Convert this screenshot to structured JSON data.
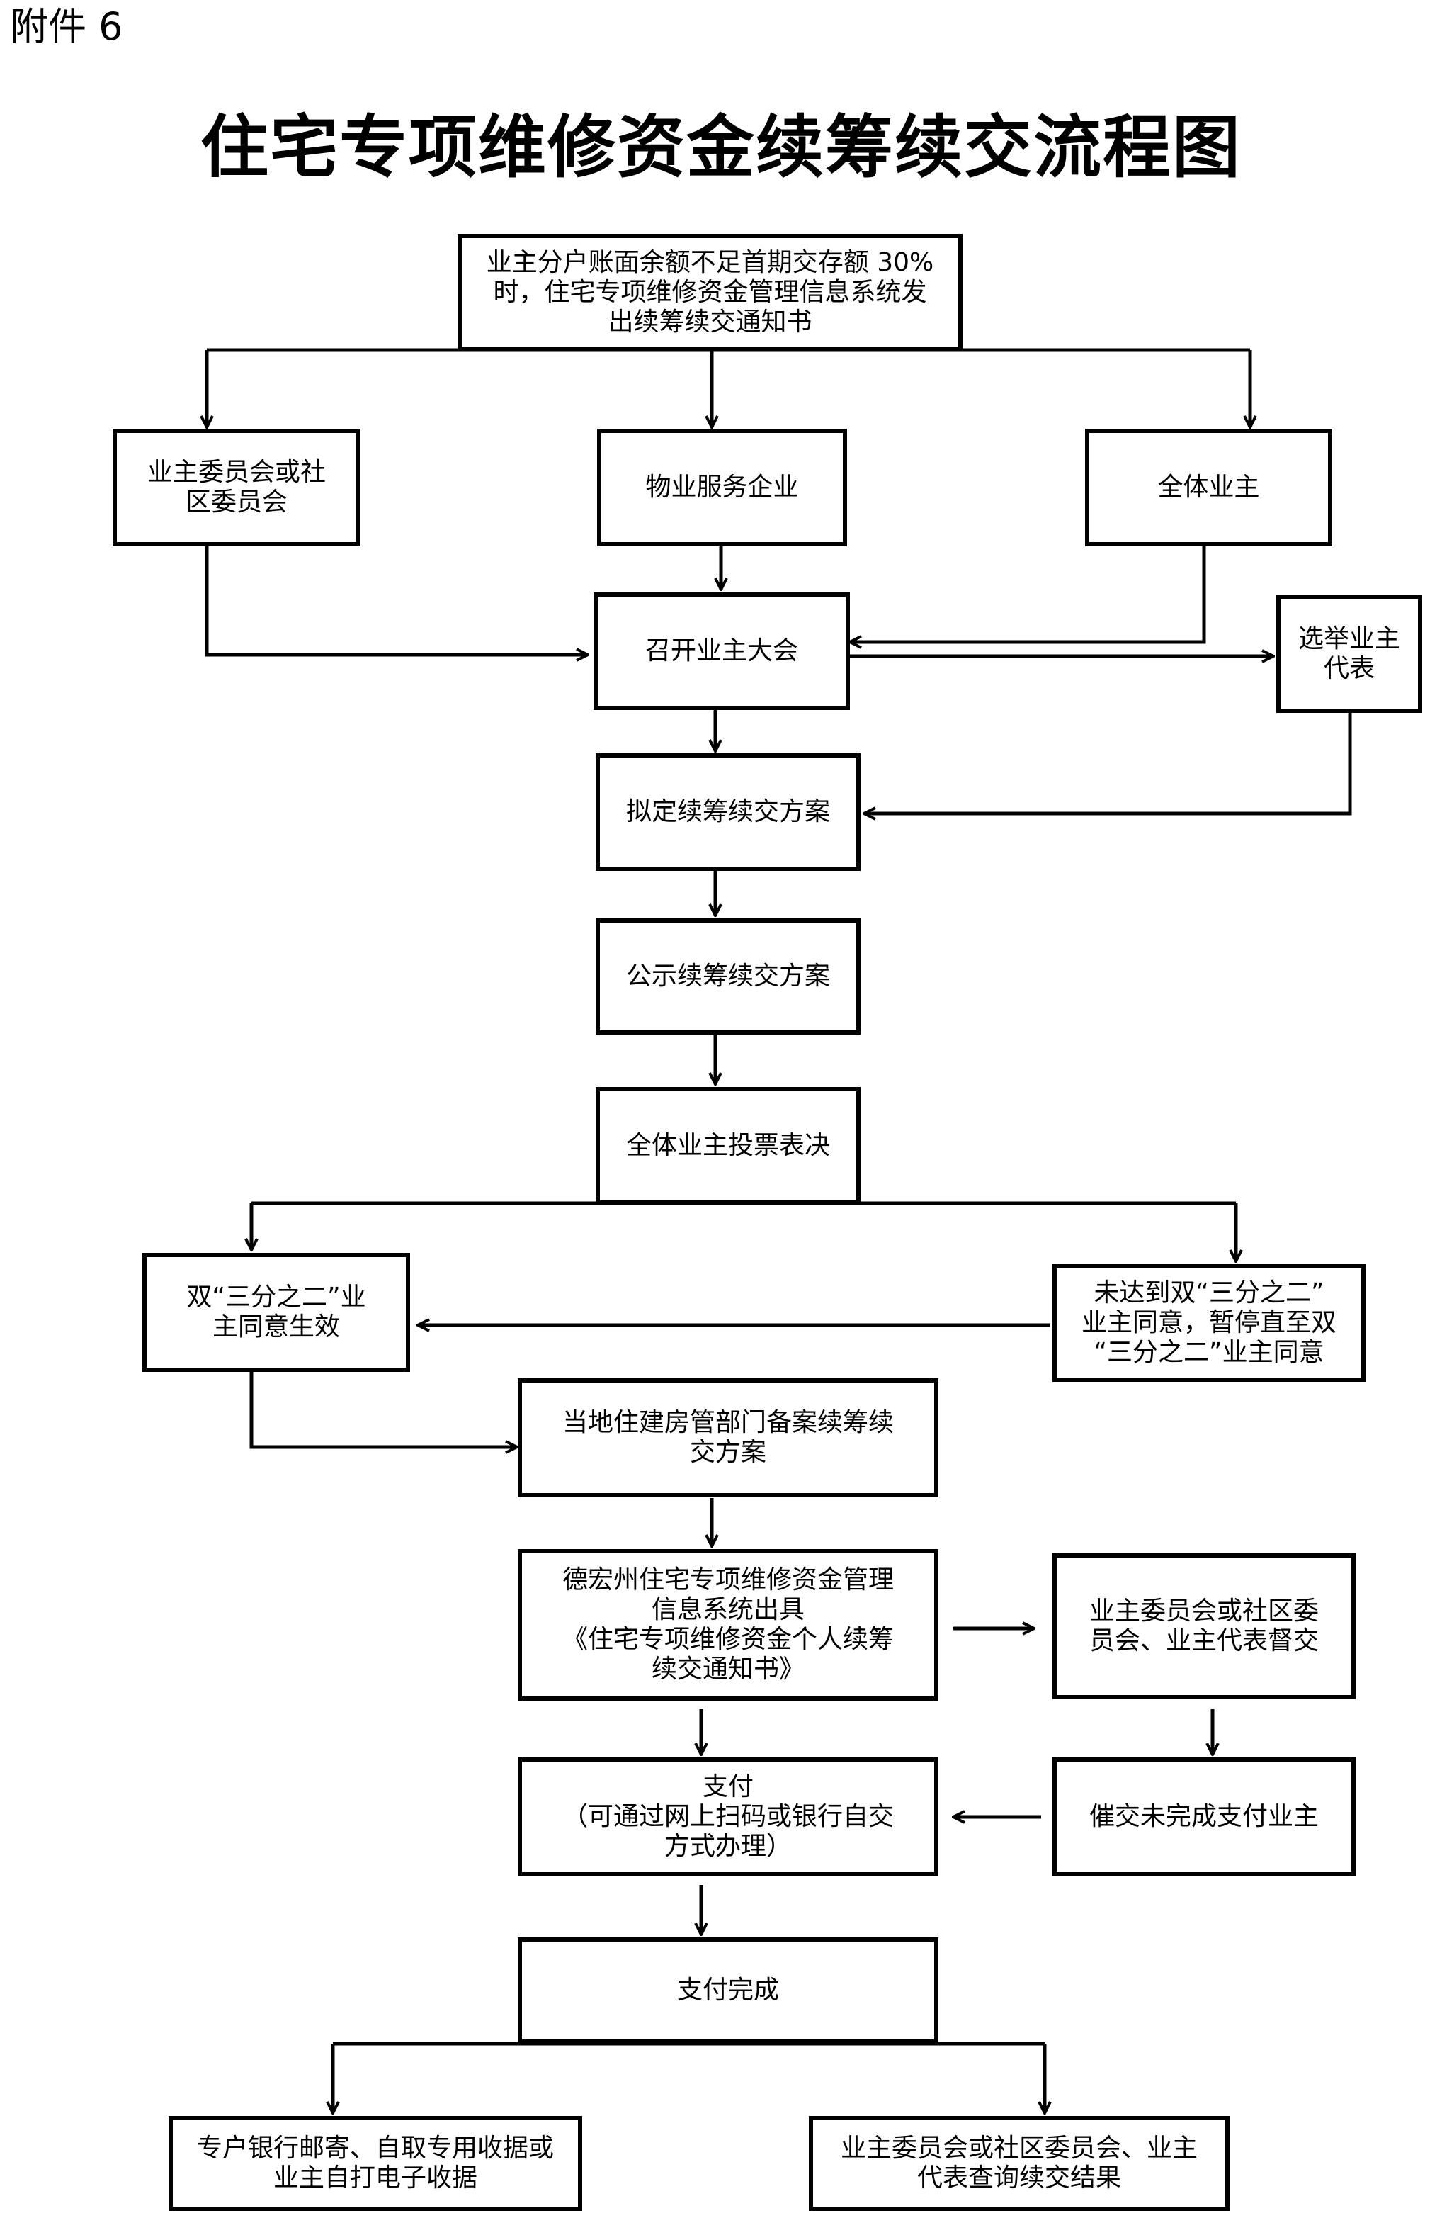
{
  "header": {
    "attachment_label": "附件 6",
    "title": "住宅专项维修资金续筹续交流程图"
  },
  "nodes": {
    "start": "业主分户账面余额不足首期交存额 30%\n时，住宅专项维修资金管理信息系统发\n出续筹续交通知书",
    "committee": "业主委员会或社\n区委员会",
    "property_company": "物业服务企业",
    "all_owners": "全体业主",
    "general_meeting": "召开业主大会",
    "elect_reps": "选举业主\n代表",
    "draft_plan": "拟定续筹续交方案",
    "publicize_plan": "公示续筹续交方案",
    "vote": "全体业主投票表决",
    "two_thirds_pass": "双“三分之二”业\n主同意生效",
    "not_reached": "未达到双“三分之二”\n业主同意，暂停直至双\n“三分之二”业主同意",
    "filing": "当地住建房管部门备案续筹续\n交方案",
    "issue_notice": "德宏州住宅专项维修资金管理\n信息系统出具\n《住宅专项维修资金个人续筹\n续交通知书》",
    "supervise": "业主委员会或社区委\n员会、业主代表督交",
    "payment": "支付\n（可通过网上扫码或银行自交\n方式办理）",
    "urge": "催交未完成支付业主",
    "payment_done": "支付完成",
    "receipt": "专户银行邮寄、自取专用收据或\n业主自打电子收据",
    "query_result": "业主委员会或社区委员会、业主\n代表查询续交结果"
  }
}
